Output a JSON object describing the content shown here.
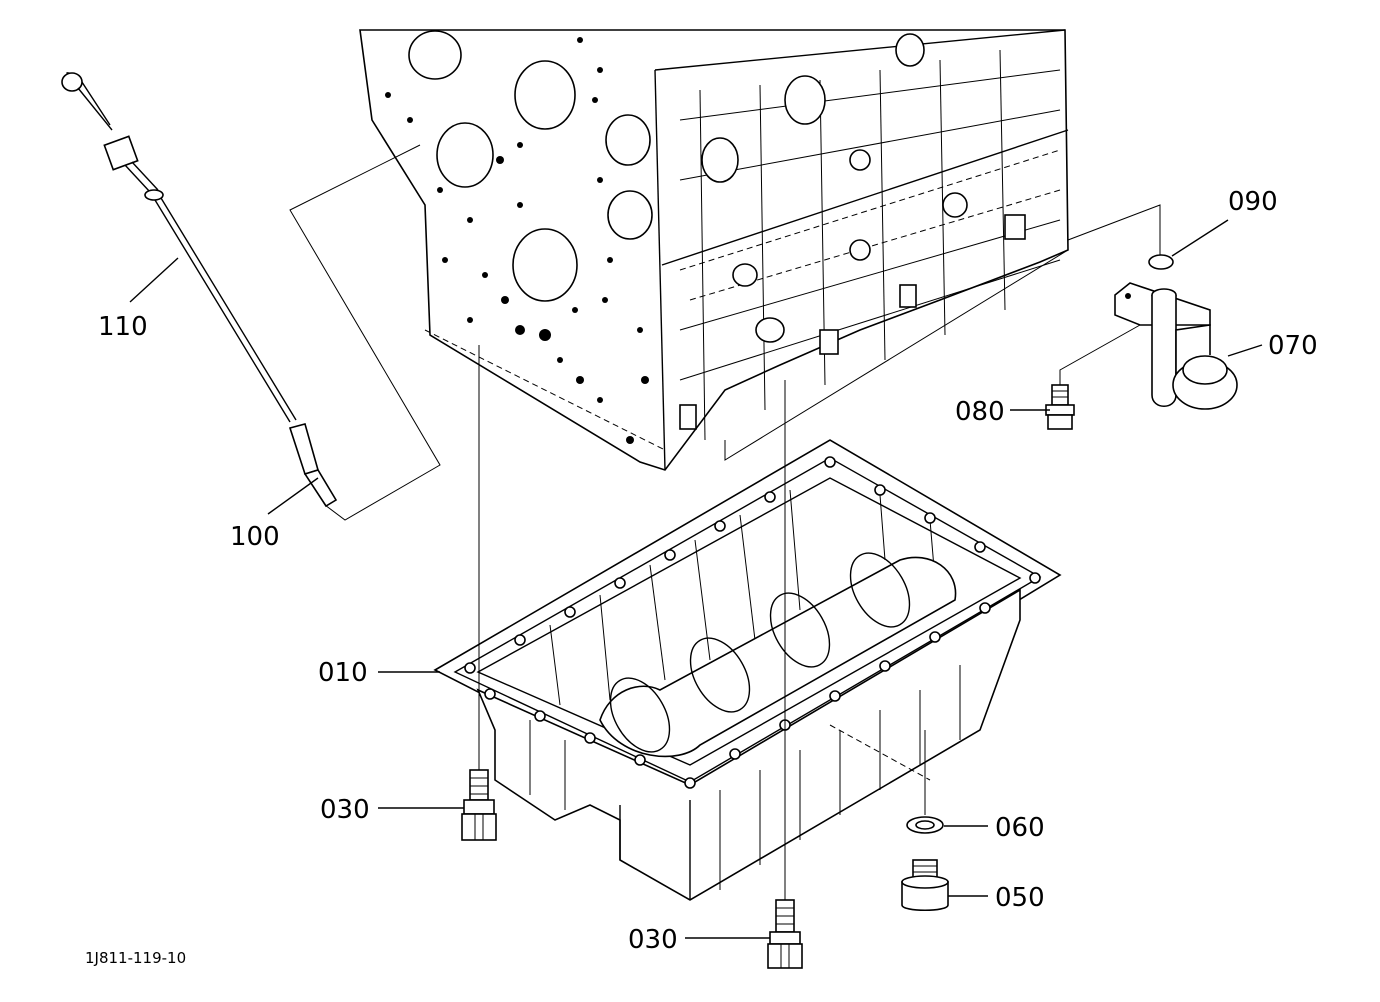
{
  "diagram": {
    "drawing_code": "1J811-119-10",
    "callouts": {
      "p110": "110",
      "p100": "100",
      "p090": "090",
      "p070": "070",
      "p080": "080",
      "p010": "010",
      "p030_left": "030",
      "p030_bottom": "030",
      "p060": "060",
      "p050": "050"
    }
  }
}
